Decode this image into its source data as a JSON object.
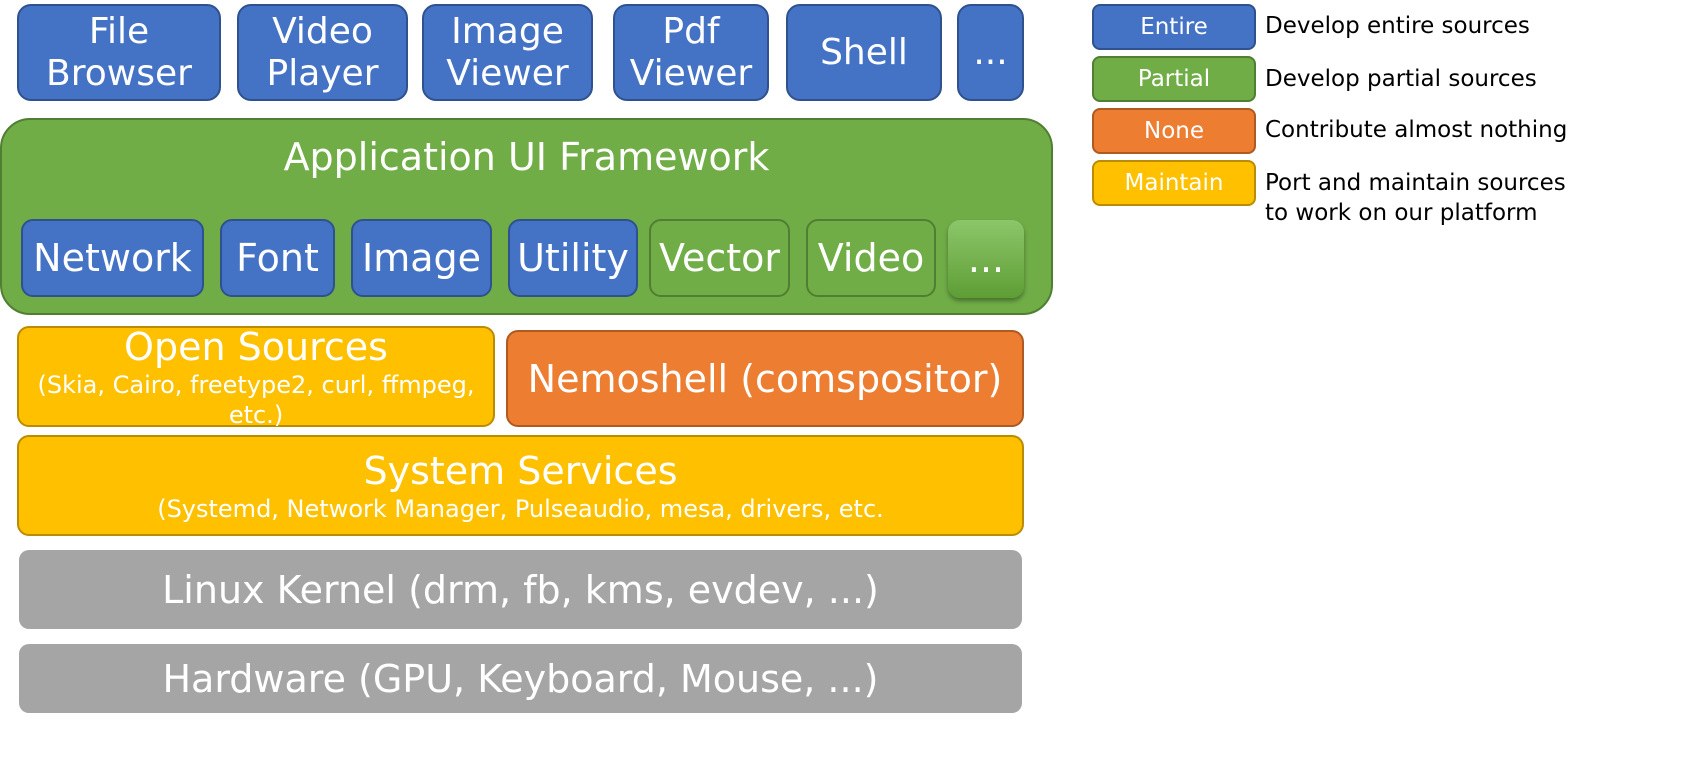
{
  "colors": {
    "entire": "#4472C4",
    "partial": "#70AD47",
    "none": "#ED7D31",
    "maintain": "#FFC000",
    "base": "#A5A5A5"
  },
  "apps": {
    "file_browser": {
      "line1": "File",
      "line2": "Browser"
    },
    "video_player": {
      "line1": "Video",
      "line2": "Player"
    },
    "image_viewer": {
      "line1": "Image",
      "line2": "Viewer"
    },
    "pdf_viewer": {
      "line1": "Pdf",
      "line2": "Viewer"
    },
    "shell": "Shell",
    "more": "..."
  },
  "framework": {
    "title": "Application UI Framework",
    "modules": {
      "network": "Network",
      "font": "Font",
      "image": "Image",
      "utility": "Utility",
      "vector": "Vector",
      "video": "Video",
      "more": "..."
    }
  },
  "open_sources": {
    "title": "Open Sources",
    "subtitle": "(Skia, Cairo, freetype2, curl, ffmpeg, etc.)"
  },
  "nemoshell": "Nemoshell (comspositor)",
  "system_services": {
    "title": "System Services",
    "subtitle": "(Systemd, Network Manager, Pulseaudio, mesa, drivers, etc."
  },
  "linux_kernel": "Linux Kernel (drm, fb, kms, evdev, ...)",
  "hardware": "Hardware (GPU, Keyboard, Mouse, ...)",
  "legend": {
    "entire": {
      "key": "Entire",
      "text": "Develop entire sources"
    },
    "partial": {
      "key": "Partial",
      "text": "Develop partial sources"
    },
    "none": {
      "key": "None",
      "text": "Contribute almost nothing"
    },
    "maintain": {
      "key": "Maintain",
      "text_line1": "Port and maintain sources",
      "text_line2": "to work on our platform"
    }
  }
}
